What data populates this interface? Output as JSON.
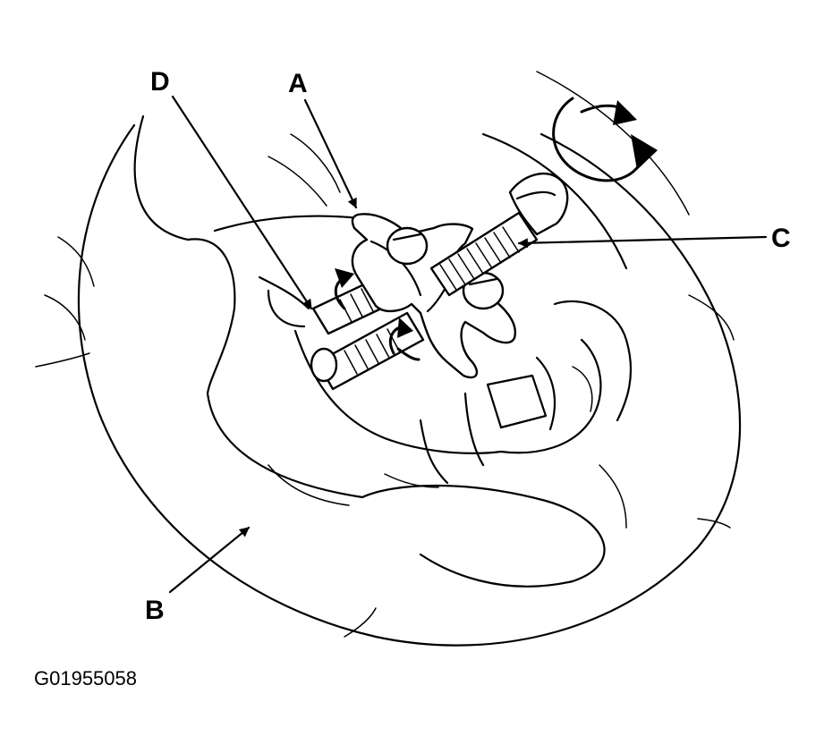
{
  "callouts": {
    "a": "A",
    "b": "B",
    "c": "C",
    "d": "D"
  },
  "figure_id": "G01955058"
}
